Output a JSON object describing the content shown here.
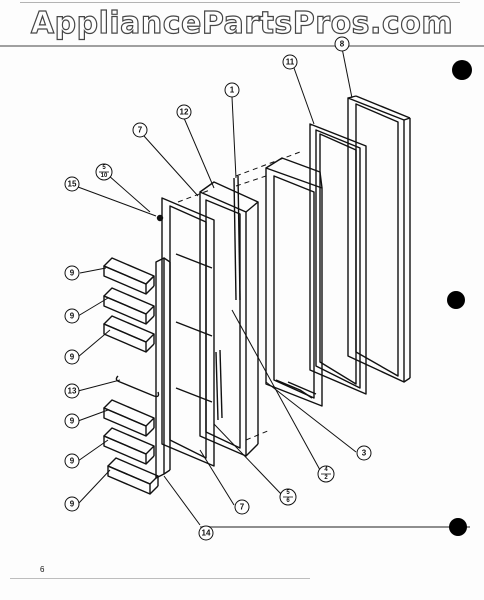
{
  "watermark": "AppliancePartsPros.com",
  "page_number": "6",
  "callouts": {
    "c1": "1",
    "c3": "3",
    "c7a": "7",
    "c7b": "7",
    "c8": "8",
    "c9a": "9",
    "c9b": "9",
    "c9c": "9",
    "c9d": "9",
    "c9e": "9",
    "c9f": "9",
    "c11": "11",
    "c12": "12",
    "c13": "13",
    "c14": "14",
    "c15": "15",
    "f1_top": "5",
    "f1_bot": "10",
    "f2_top": "4",
    "f2_bot": "2",
    "f3_top": "5",
    "f3_bot": "6"
  }
}
